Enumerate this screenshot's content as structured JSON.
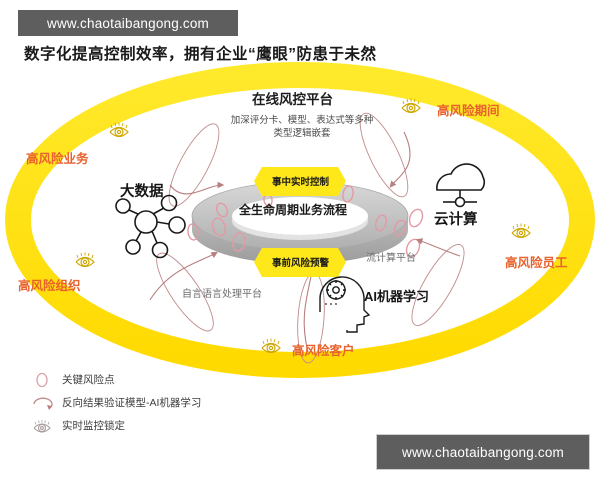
{
  "watermark": {
    "top": "www.chaotaibangong.com",
    "bottom": "www.chaotaibangong.com"
  },
  "title": "数字化提高控制效率，拥有企业“鹰眼”防患于未然",
  "diagram": {
    "outer_ring_label": "在线风控平台",
    "outer_ring_subtitle_line1": "加深评分卡、模型、表达式等多种",
    "outer_ring_subtitle_line2": "类型逻辑嵌套",
    "center_label": "全生命周期业务流程",
    "badge_top": "事中实时控制",
    "badge_bottom": "事前风险预警",
    "node_bigdata": "大数据",
    "node_cloud": "云计算",
    "node_ai": "AI机器学习",
    "caption_stream": "流计算平台",
    "caption_nlp": "自言语言处理平台",
    "risk_labels": [
      {
        "id": "period",
        "text": "高风险期间"
      },
      {
        "id": "business",
        "text": "高风险业务"
      },
      {
        "id": "org",
        "text": "高风险组织"
      },
      {
        "id": "staff",
        "text": "高风险员工"
      },
      {
        "id": "customer",
        "text": "高风险客户"
      }
    ]
  },
  "legend": [
    {
      "icon": "circle-outline-icon",
      "label": "关键风险点"
    },
    {
      "icon": "curved-arrow-icon",
      "label": "反向结果验证模型-AI机器学习"
    },
    {
      "icon": "eye-icon",
      "label": "实时监控锁定"
    }
  ],
  "colors": {
    "ring_yellow": "#FFE100",
    "badge_yellow": "#FFE81A",
    "torus_gray": "#BFBFBF",
    "risk_orange": "#E8622D",
    "arrow_mauve": "#C08A8A",
    "risk_point_pink": "#E39AA4",
    "watermark_gray": "#5E5E5E"
  }
}
